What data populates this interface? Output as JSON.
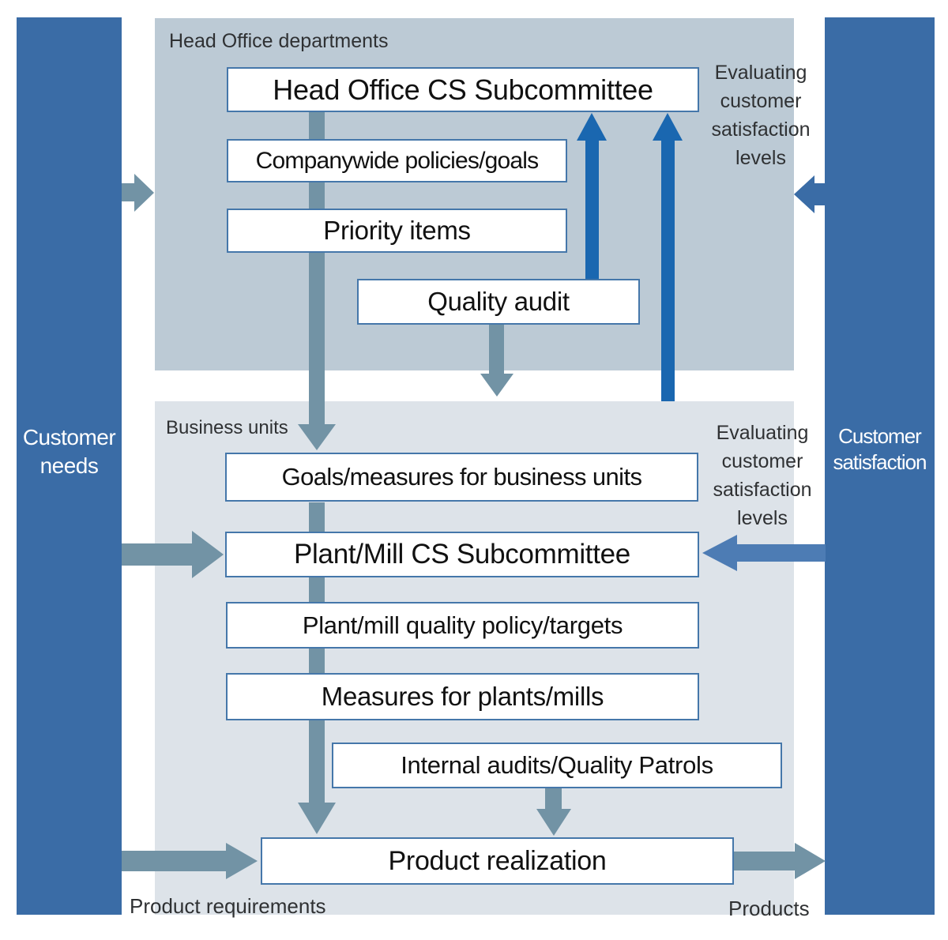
{
  "colors": {
    "bar_blue": "#3a6ca6",
    "panel_top": "#bccad5",
    "panel_bottom": "#dde3e9",
    "arrow_gray": "#7293a5",
    "arrow_blue": "#1a67b0",
    "arrow_blue_mid": "#4d7cb4",
    "box_border": "#4577aa",
    "box_text": "#111111",
    "label_text": "#2f3133",
    "text_white": "#ffffff"
  },
  "left_bar": {
    "label": "Customer needs"
  },
  "right_bar": {
    "label": "Customer satisfaction"
  },
  "top_section": {
    "label": "Head Office departments",
    "side_note": "Evaluating customer satisfaction levels",
    "boxes": [
      {
        "label": "Head Office CS Subcommittee"
      },
      {
        "label": "Companywide policies/goals"
      },
      {
        "label": "Priority items"
      },
      {
        "label": "Quality audit"
      }
    ]
  },
  "bottom_section": {
    "label": "Business units",
    "side_note": "Evaluating customer satisfaction levels",
    "boxes": [
      {
        "label": "Goals/measures for business units"
      },
      {
        "label": "Plant/Mill CS Subcommittee"
      },
      {
        "label": "Plant/mill quality policy/targets"
      },
      {
        "label": "Measures for plants/mills"
      },
      {
        "label": "Internal audits/Quality Patrols"
      },
      {
        "label": "Product realization"
      }
    ]
  },
  "footer": {
    "left_label": "Product requirements",
    "right_label": "Products"
  }
}
